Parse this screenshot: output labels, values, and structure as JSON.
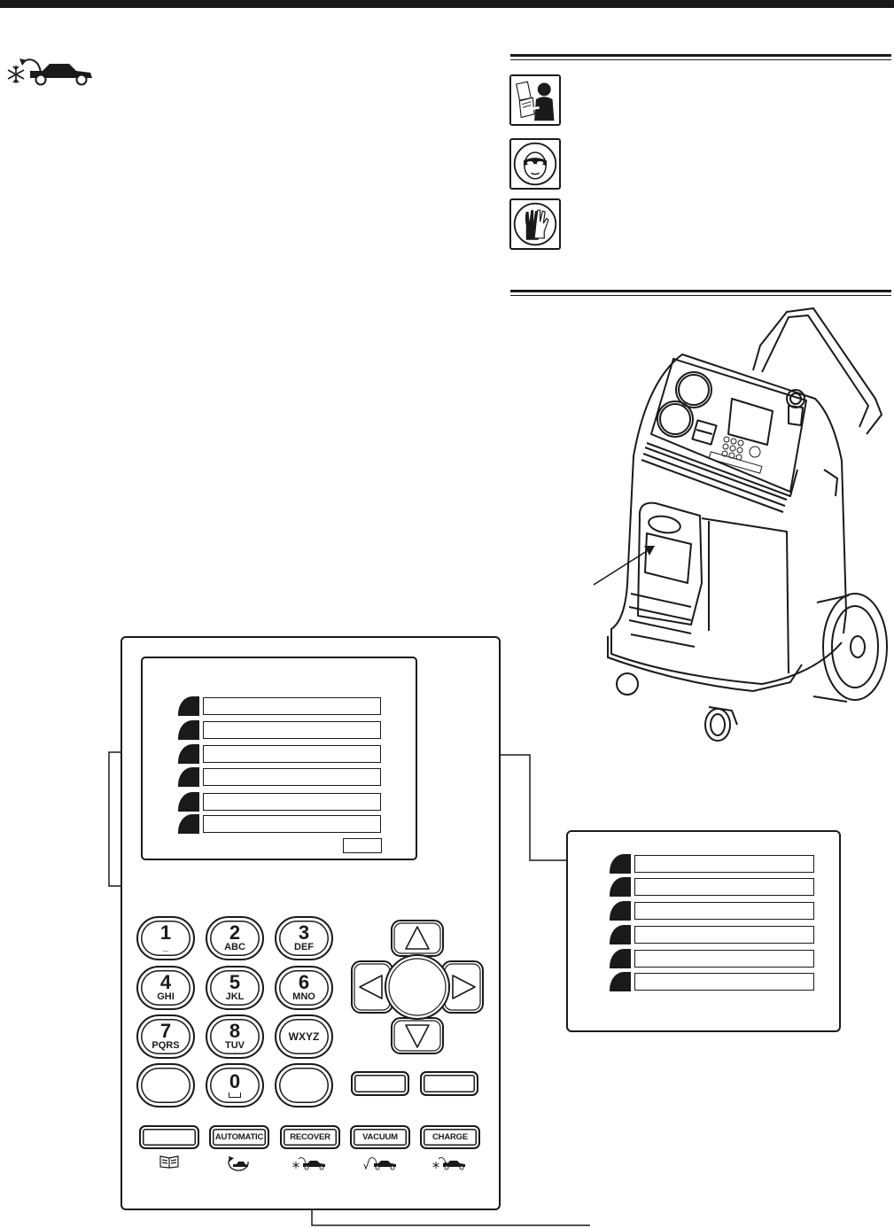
{
  "keypad": {
    "keys": [
      {
        "number": "1",
        "letters": "_"
      },
      {
        "number": "2",
        "letters": "ABC"
      },
      {
        "number": "3",
        "letters": "DEF"
      },
      {
        "number": "4",
        "letters": "GHI"
      },
      {
        "number": "5",
        "letters": "JKL"
      },
      {
        "number": "6",
        "letters": "MNO"
      },
      {
        "number": "7",
        "letters": "PQRS"
      },
      {
        "number": "8",
        "letters": "TUV"
      },
      {
        "number": "",
        "letters": "WXYZ"
      },
      {
        "number": "0",
        "letters": ""
      }
    ]
  },
  "function_keys": {
    "automatic": "AUTOMATIC",
    "recover": "RECOVER",
    "vacuum": "VACUUM",
    "charge": "CHARGE"
  },
  "icons": {
    "header": "recover-refrigerant-icon",
    "manual": "read-manual-icon",
    "goggles": "safety-goggles-icon",
    "gloves": "safety-gloves-icon",
    "machine": "ac-service-machine-illustration"
  }
}
